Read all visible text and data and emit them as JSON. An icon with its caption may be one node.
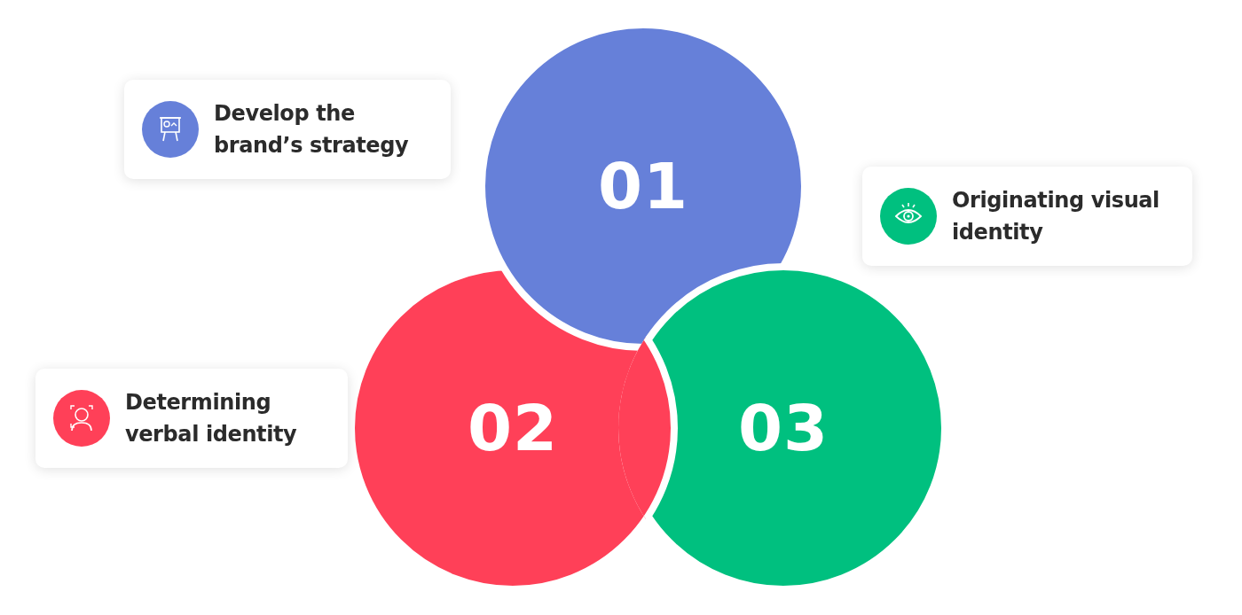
{
  "diagram": {
    "nodes": [
      {
        "text": [
          "Develop the brand’s strategy"
        ]
      },
      {
        "text": [
          "01"
        ]
      },
      {
        "text": [
          "Originating visual identity"
        ]
      },
      {
        "text": [
          "Determining verbal identity"
        ]
      },
      {
        "text": [
          "02"
        ]
      },
      {
        "text": [
          "03"
        ]
      }
    ]
  }
}
